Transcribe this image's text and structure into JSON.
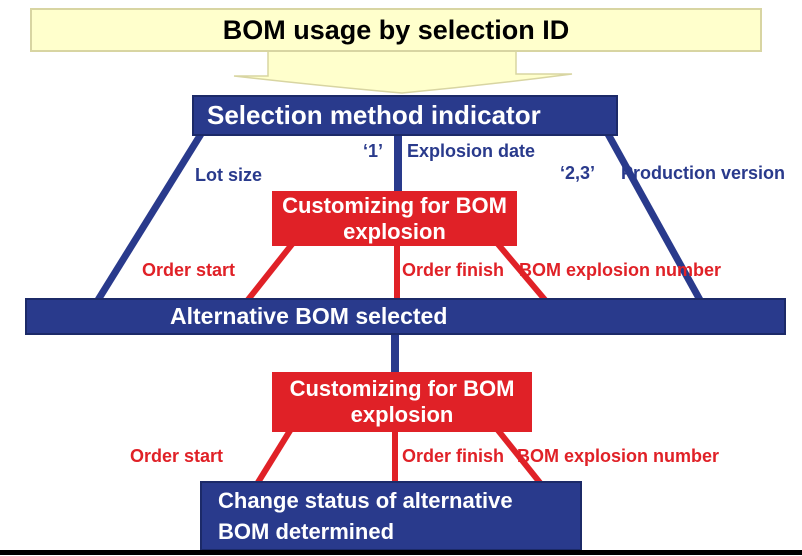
{
  "title_banner": {
    "text": "BOM usage by selection ID"
  },
  "nodes": {
    "selection_method": {
      "label": "Selection method indicator"
    },
    "customizing_1": {
      "line1": "Customizing for BOM",
      "line2": "explosion"
    },
    "alternative_bom": {
      "label": "Alternative BOM selected"
    },
    "customizing_2": {
      "line1": "Customizing for BOM",
      "line2": "explosion"
    },
    "change_status": {
      "line1": "Change status of alternative",
      "line2": "BOM determined"
    }
  },
  "edge_labels": {
    "lot_size": "Lot size",
    "one": "‘1’",
    "explosion_date": "Explosion date",
    "two_three": "‘2,3’",
    "production_version": "Production version",
    "order_start_1": "Order start",
    "order_finish_1": "Order finish",
    "bom_explosion_number_1": "BOM explosion number",
    "order_start_2": "Order start",
    "order_finish_2": "Order finish",
    "bom_explosion_number_2": "BOM explosion number"
  },
  "colors": {
    "navy": "#293a8c",
    "red": "#e02127",
    "banner_fill": "#ffffcc",
    "banner_border": "#d8d5a2",
    "text_on_dark": "#ffffff",
    "title_text": "#000000",
    "bottom_bar": "#000000"
  }
}
